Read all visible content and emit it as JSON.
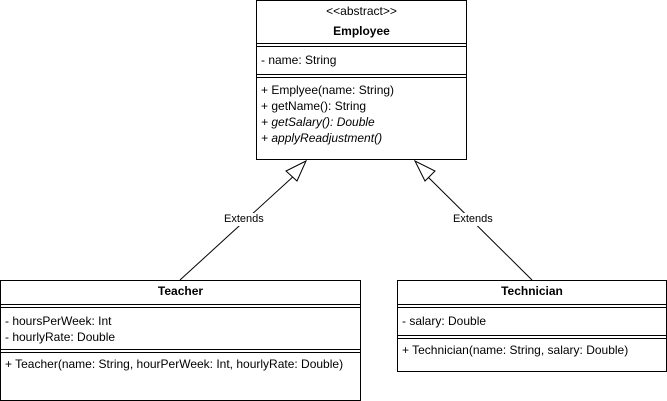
{
  "diagram": {
    "employee": {
      "stereotype": "<<abstract>>",
      "name": "Employee",
      "attributes": [
        "- name: String"
      ],
      "methods": [
        {
          "text": "+ Emplyee(name: String)",
          "italic": false
        },
        {
          "text": "+ getName(): String",
          "italic": false
        },
        {
          "text": "+ getSalary(): Double",
          "italic": true
        },
        {
          "text": "+ applyReadjustment()",
          "italic": true
        }
      ]
    },
    "teacher": {
      "name": "Teacher",
      "attributes": [
        "- hoursPerWeek: Int",
        "- hourlyRate: Double"
      ],
      "methods": [
        "+ Teacher(name: String, hourPerWeek: Int, hourlyRate: Double)"
      ]
    },
    "technician": {
      "name": "Technician",
      "attributes": [
        "- salary: Double"
      ],
      "methods": [
        "+ Technician(name: String, salary: Double)"
      ]
    },
    "edges": [
      {
        "label": "Extends"
      },
      {
        "label": "Extends"
      }
    ]
  }
}
